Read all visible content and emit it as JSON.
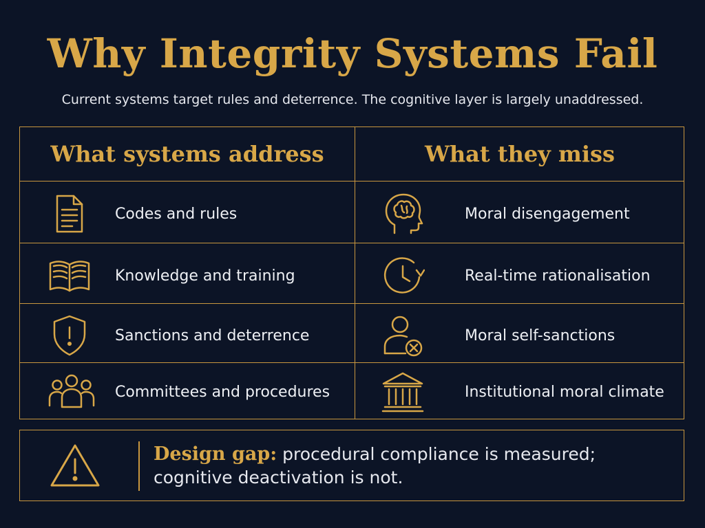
{
  "title": "Why Integrity Systems Fail",
  "subtitle": "Current systems target rules and deterrence. The cognitive layer is largely unaddressed.",
  "colors": {
    "background": "#0c1426",
    "accent": "#d8a748",
    "text": "#eef0f4"
  },
  "columns": {
    "left": {
      "heading": "What systems address",
      "items": [
        {
          "label": "Codes and rules",
          "icon": "document-icon"
        },
        {
          "label": "Knowledge and training",
          "icon": "book-icon"
        },
        {
          "label": "Sanctions and deterrence",
          "icon": "shield-warning-icon"
        },
        {
          "label": "Committees and procedures",
          "icon": "group-icon"
        }
      ]
    },
    "right": {
      "heading": "What they miss",
      "items": [
        {
          "label": "Moral disengagement",
          "icon": "head-brain-icon"
        },
        {
          "label": "Real-time rationalisation",
          "icon": "clock-icon"
        },
        {
          "label": "Moral self-sanctions",
          "icon": "person-x-icon"
        },
        {
          "label": "Institutional moral climate",
          "icon": "institution-icon"
        }
      ]
    }
  },
  "gap": {
    "label": "Design gap:",
    "line1": " procedural compliance is measured;",
    "line2": "cognitive deactivation is not."
  }
}
